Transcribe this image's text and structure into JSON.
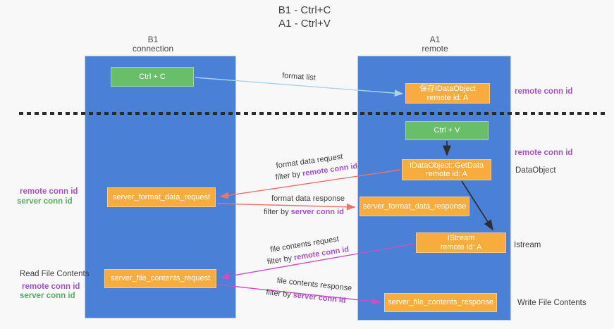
{
  "title": {
    "line1": "B1 - Ctrl+C",
    "line2": "A1 - Ctrl+V"
  },
  "lanes": {
    "left": {
      "name": "B1",
      "subtitle": "connection"
    },
    "right": {
      "name": "A1",
      "subtitle": "remote"
    }
  },
  "boxes": {
    "ctrl_c": "Ctrl + C",
    "ctrl_v": "Ctrl + V",
    "save_idataobject": {
      "title": "保存IDataObject",
      "subtitle": "remote id: A"
    },
    "getdata": {
      "title": "IDataObject::GetData",
      "subtitle": "remote id: A"
    },
    "istream": {
      "title": "IStream",
      "subtitle": "remote id: A"
    },
    "server_format_data_request": "server_format_data_request",
    "server_format_data_response": "server_format_data_response",
    "server_file_contents_request": "server_file_contents_request",
    "server_file_contents_response": "server_file_contents_response"
  },
  "arrows": {
    "format_list": "format list",
    "format_data_request": "format data request",
    "format_data_request_filter": {
      "prefix": "filter by ",
      "id": "remote conn id"
    },
    "format_data_response": "format data response",
    "format_data_response_filter": {
      "prefix": "filter by ",
      "id": "server conn id"
    },
    "file_contents_request": "file contents request",
    "file_contents_request_filter": {
      "prefix": "filter by ",
      "id": "remote conn id"
    },
    "file_contents_response": "file contents response",
    "file_contents_response_filter": {
      "prefix": "filter by ",
      "id": "server conn id"
    }
  },
  "annotations": {
    "right_remote_conn_id_top": "remote conn id",
    "right_remote_conn_id_mid": "remote conn id",
    "dataobject": "DataObject",
    "istream": "Istream",
    "write_file_contents": "Write File Contents",
    "read_file_contents": "Read File Contents",
    "left_remote_conn_id_top": "remote conn id",
    "left_server_conn_id_top": "server conn id",
    "left_remote_conn_id_bottom": "remote conn id",
    "left_server_conn_id_bottom": "server conn id"
  },
  "colors": {
    "lane_blue": "#4a80d6",
    "box_green": "#69be69",
    "box_orange": "#f8ac3e",
    "arrow_blue": "#a9d2ee",
    "arrow_red": "#ec736e",
    "arrow_magenta": "#c94fc4",
    "arrow_black": "#2f2f2f",
    "id_purple": "#a451c9",
    "id_green": "#57ae60"
  }
}
